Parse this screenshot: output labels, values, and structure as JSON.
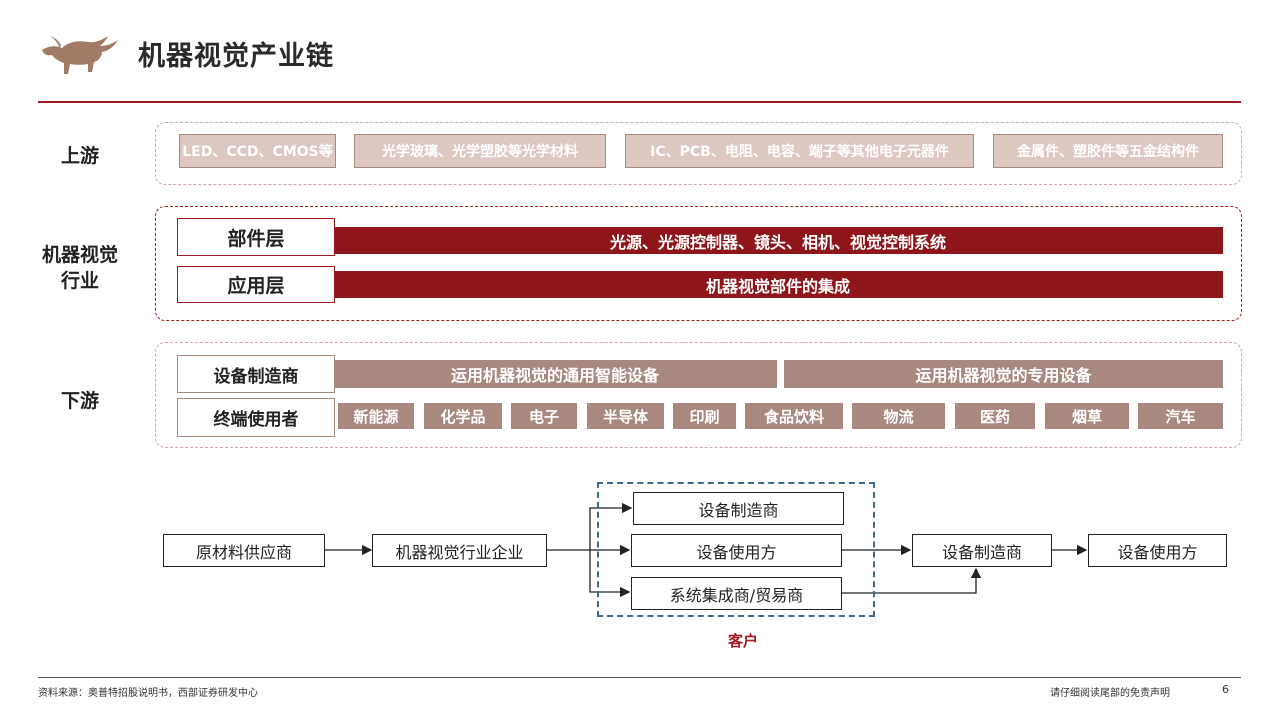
{
  "title": "机器视觉产业链",
  "rows": {
    "upstream": "上游",
    "industry": "机器视觉\n行业",
    "downstream": "下游"
  },
  "upstream_items": [
    "LED、CCD、CMOS等",
    "光学玻璃、光学塑胶等光学材料",
    "IC、PCB、电阻、电容、端子等其他电子元器件",
    "金属件、塑胶件等五金结构件"
  ],
  "industry_layers": [
    {
      "label": "部件层",
      "content": "光源、光源控制器、镜头、相机、视觉控制系统"
    },
    {
      "label": "应用层",
      "content": "机器视觉部件的集成"
    }
  ],
  "downstream": {
    "makers_label": "设备制造商",
    "makers": [
      "运用机器视觉的通用智能设备",
      "运用机器视觉的专用设备"
    ],
    "users_label": "终端使用者",
    "users": [
      "新能源",
      "化学品",
      "电子",
      "半导体",
      "印刷",
      "食品饮料",
      "物流",
      "医药",
      "烟草",
      "汽车"
    ]
  },
  "flow": {
    "supplier": "原材料供应商",
    "enterprise": "机器视觉行业企业",
    "client_maker": "设备制造商",
    "client_user": "设备使用方",
    "client_integrator": "系统集成商/贸易商",
    "end_maker": "设备制造商",
    "end_user": "设备使用方",
    "client_label": "客户"
  },
  "footer": {
    "source": "资料来源：奥普特招股说明书，西部证券研发中心",
    "disclaimer": "请仔细阅读尾部的免责声明",
    "page": "6"
  },
  "colors": {
    "brand_red": "#9b1b1e",
    "tan": "#a9897f",
    "light_tan": "#ddc8c1",
    "client_dash": "#3e6a84"
  },
  "icons": {
    "logo": "bull-logo"
  }
}
